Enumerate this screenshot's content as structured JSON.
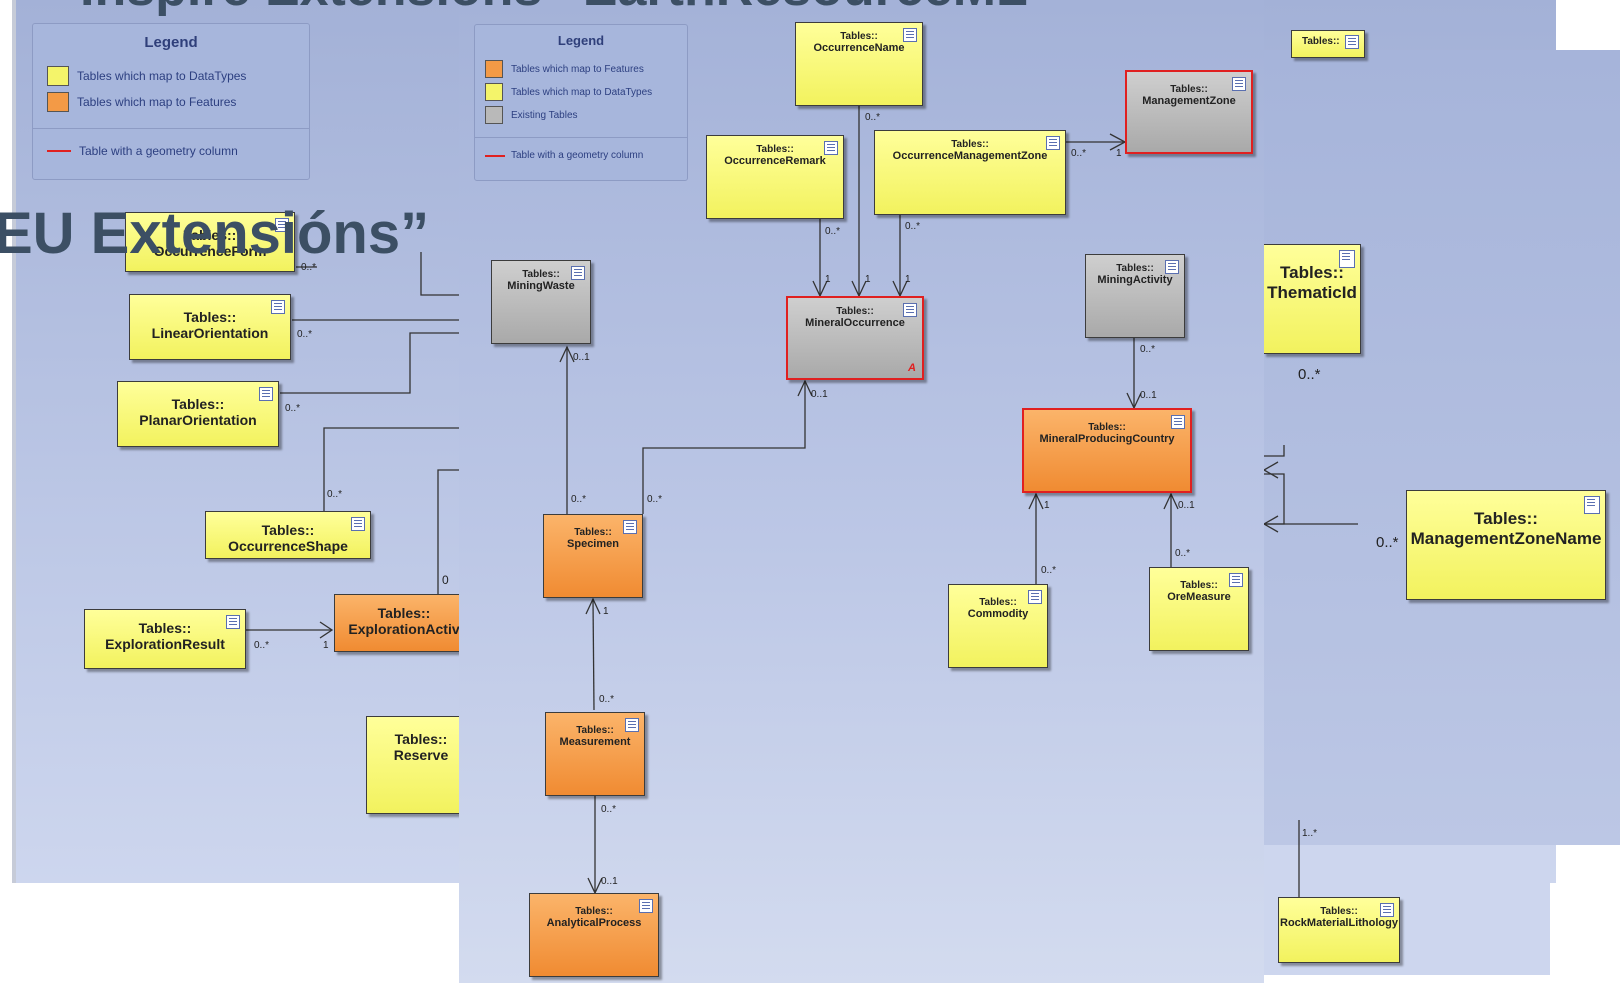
{
  "titles": {
    "top": "Inspire Extensions “EarthResourceML",
    "eu": "EU Extensións”"
  },
  "legend_left": {
    "title": "Legend",
    "items": [
      "Tables which map to DataTypes",
      "Tables which map to Features"
    ],
    "line_item": "Table with a geometry column"
  },
  "legend_mid": {
    "title": "Legend",
    "items": [
      "Tables which map to Features",
      "Tables which map to DataTypes",
      "Existing Tables"
    ],
    "line_item": "Table with a geometry column"
  },
  "colors": {
    "datatype": "#f4f46a",
    "feature": "#f39a46",
    "existing": "#b9b9b9",
    "geometry_line": "#e02020",
    "background": "#b0bde0"
  },
  "tables": {
    "occurrence_form": {
      "prefix": "Tables::",
      "name": "OccurrenceForm"
    },
    "linear_orientation": {
      "prefix": "Tables::",
      "name": "LinearOrientation"
    },
    "planar_orientation": {
      "prefix": "Tables::",
      "name": "PlanarOrientation"
    },
    "occurrence_shape": {
      "prefix": "Tables::",
      "name": "OccurrenceShape"
    },
    "exploration_result": {
      "prefix": "Tables::",
      "name": "ExplorationResult"
    },
    "exploration_activity": {
      "prefix": "Tables::",
      "name": "ExplorationActiv"
    },
    "reserve": {
      "prefix": "Tables::",
      "name": "Reserve"
    },
    "occurrence_name": {
      "prefix": "Tables::",
      "name": "OccurrenceName"
    },
    "management_zone": {
      "prefix": "Tables::",
      "name": "ManagementZone"
    },
    "occurrence_remark": {
      "prefix": "Tables::",
      "name": "OccurrenceRemark"
    },
    "occurrence_management_zone": {
      "prefix": "Tables::",
      "name": "OccurrenceManagementZone"
    },
    "mining_waste": {
      "prefix": "Tables::",
      "name": "MiningWaste"
    },
    "mineral_occurrence": {
      "prefix": "Tables::",
      "name": "MineralOccurrence",
      "mark": "A"
    },
    "mining_activity": {
      "prefix": "Tables::",
      "name": "MiningActivity"
    },
    "mineral_producing_country": {
      "prefix": "Tables::",
      "name": "MineralProducingCountry"
    },
    "specimen": {
      "prefix": "Tables::",
      "name": "Specimen"
    },
    "commodity": {
      "prefix": "Tables::",
      "name": "Commodity"
    },
    "ore_measure": {
      "prefix": "Tables::",
      "name": "OreMeasure"
    },
    "measurement": {
      "prefix": "Tables::",
      "name": "Measurement"
    },
    "analytical_process": {
      "prefix": "Tables::",
      "name": "AnalyticalProcess"
    },
    "top_right_stub": {
      "prefix": "Tables::",
      "name": ""
    },
    "thematic_id": {
      "prefix": "Tables::",
      "name": "ThematicId"
    },
    "management_zone_name": {
      "prefix": "Tables::",
      "name": "ManagementZoneName"
    },
    "rock_material_lithology": {
      "prefix": "Tables::",
      "name": "RockMaterialLithology"
    }
  },
  "multiplicities": {
    "form_out": "0..*",
    "linear_out": "0..*",
    "planar_out": "0..*",
    "shape_up": "0..*",
    "expresult_out": "0..*",
    "expactiv_in": "1",
    "expactiv_top": "0",
    "name_down": "0..*",
    "mzone_a": "0..*",
    "mzone_b": "1",
    "remark_down": "0..*",
    "omz_down": "0..*",
    "mo_in1": "1",
    "mo_in2": "1",
    "mo_in3": "1",
    "mo_bottom": "0..1",
    "mw_bottom": "0..1",
    "specimen_up1": "0..*",
    "specimen_up2": "0..*",
    "specimen_bottom": "1",
    "measurement_top": "0..*",
    "measurement_bottom": "0..*",
    "analytical_top": "0..1",
    "ma_down": "0..*",
    "mpc_top": "0..1",
    "mpc_left": "1",
    "mpc_right": "0..1",
    "commodity_up": "0..*",
    "ore_up": "0..*",
    "thematic_down": "0..*",
    "mzn_left": "0..*",
    "rml_up": "1..*"
  }
}
